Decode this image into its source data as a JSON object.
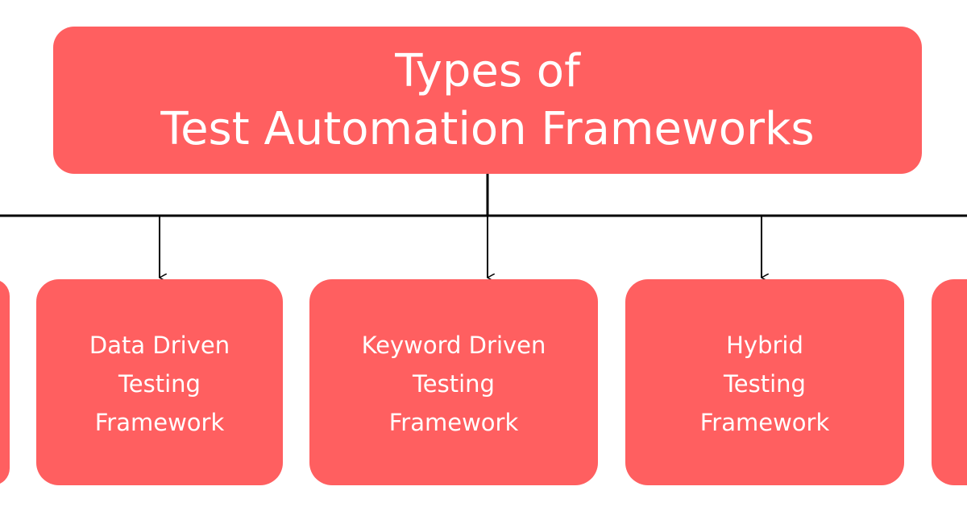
{
  "diagram": {
    "title": {
      "line1": "Types of",
      "line2": "Test Automation Frameworks"
    },
    "children": [
      {
        "line1": "Data Driven",
        "line2": "Testing",
        "line3": "Framework"
      },
      {
        "line1": "Keyword Driven",
        "line2": "Testing",
        "line3": "Framework"
      },
      {
        "line1": "Hybrid",
        "line2": "Testing",
        "line3": "Framework"
      }
    ],
    "colors": {
      "box_fill": "#ff5f60",
      "box_text": "#ffffff",
      "connector": "#000000",
      "background": "#ffffff"
    }
  }
}
